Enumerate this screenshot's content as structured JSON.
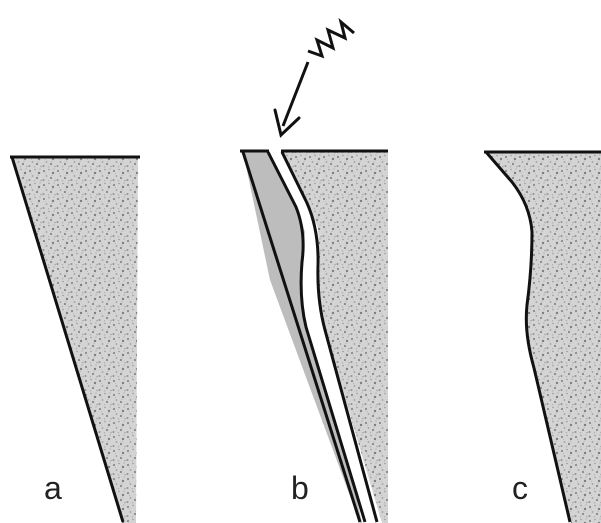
{
  "panels": [
    {
      "label": "a"
    },
    {
      "label": "b"
    },
    {
      "label": "c"
    }
  ],
  "icons": {
    "energy": "zigzag-wave-icon",
    "direction": "arrow-down-left-icon"
  },
  "colors": {
    "surface_line": "#111111",
    "speckle_fill": "#d4d4d4",
    "speckle_dot": "#8a8a8a",
    "detached_layer": "#bdbdbd",
    "background": "#ffffff"
  }
}
